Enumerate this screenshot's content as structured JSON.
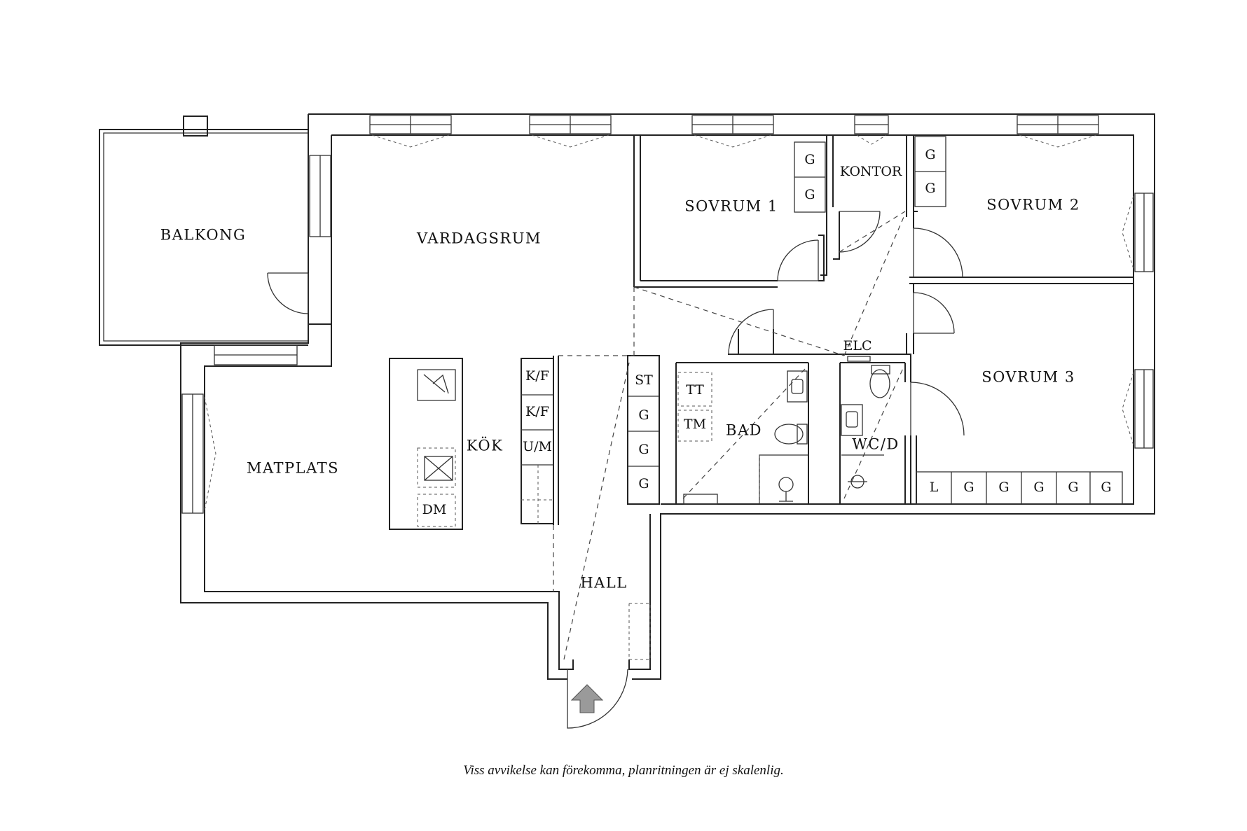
{
  "rooms": {
    "balkong": "BALKONG",
    "vardagsrum": "VARDAGSRUM",
    "sovrum1": "SOVRUM 1",
    "kontor": "KONTOR",
    "sovrum2": "SOVRUM 2",
    "sovrum3": "SOVRUM 3",
    "matplats": "MATPLATS",
    "kok": "KÖK",
    "bad": "BAD",
    "wcd": "WC/D",
    "elc": "ELC",
    "hall": "HALL"
  },
  "fixtures": {
    "g": "G",
    "l": "L",
    "st": "ST",
    "tt": "TT",
    "tm": "TM",
    "dm": "DM",
    "kf": "K/F",
    "um": "U/M"
  },
  "disclaimer": "Viss avvikelse kan förekomma, planritningen är ej skalenlig.",
  "icons": {
    "entrance": "entrance-arrow-icon"
  },
  "colors": {
    "wall": "#222222",
    "arrow": "#9a9a9a"
  }
}
